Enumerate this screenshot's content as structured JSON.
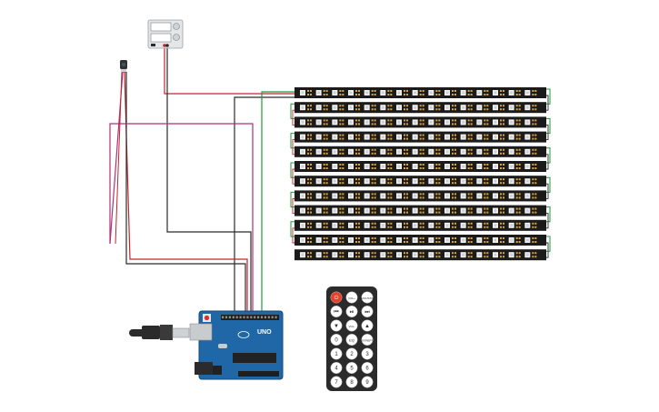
{
  "colors": {
    "wire_red": "#c0262d",
    "wire_black": "#2b2b2b",
    "wire_green": "#1f9a3a",
    "wire_magenta": "#b0307a",
    "strip": "#1b1b1b",
    "arduino": "#1f67a6",
    "remote": "#2b2b2b",
    "power_button": "#e8402a"
  },
  "components": {
    "power_supply": {
      "icon": "power-supply-icon"
    },
    "ir_receiver": {
      "icon": "ir-receiver-icon"
    },
    "neopixel_strips": {
      "count": 12,
      "leds_per_strip": 15,
      "icon": "led-strip-icon"
    },
    "arduino": {
      "board_label": "UNO",
      "icon": "arduino-board-icon"
    },
    "usb_cable": {
      "icon": "usb-cable-icon"
    },
    "remote": {
      "icon": "ir-remote-icon",
      "row1": [
        "⏻",
        "VOL+",
        "FUNC/STOP"
      ],
      "row2": [
        "⏮",
        "⏯",
        "⏭"
      ],
      "row3": [
        "▼",
        "VOL-",
        "▲"
      ],
      "row4": [
        "0",
        "EQ",
        "ST/REPT"
      ],
      "row5": [
        "1",
        "2",
        "3"
      ],
      "row6": [
        "4",
        "5",
        "6"
      ],
      "row7": [
        "7",
        "8",
        "9"
      ]
    }
  }
}
